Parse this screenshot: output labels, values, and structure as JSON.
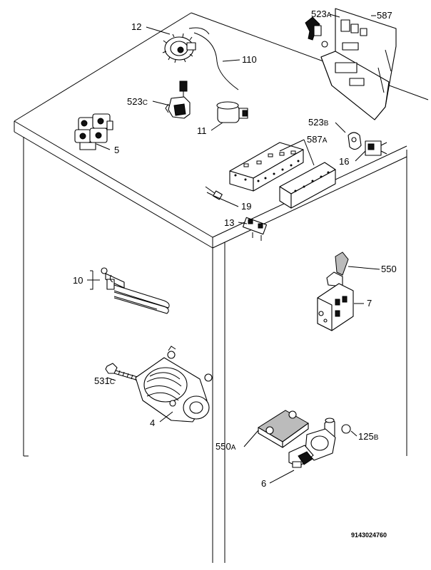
{
  "labels": {
    "p12": "12",
    "p110": "110",
    "p523a_num": "523",
    "p523a_suf": "A",
    "p587": "587",
    "p523c_num": "523",
    "p523c_suf": "C",
    "p11": "11",
    "p523b_num": "523",
    "p523b_suf": "B",
    "p5": "5",
    "p587a_num": "587",
    "p587a_suf": "A",
    "p16": "16",
    "p19": "19",
    "p13": "13",
    "p550": "550",
    "p10": "10",
    "p7": "7",
    "p531c_num": "531",
    "p531c_suf": "C",
    "p4": "4",
    "p550a_num": "550",
    "p550a_suf": "A",
    "p125b_num": "125",
    "p125b_suf": "B",
    "p6": "6"
  },
  "reference_code": "9143024760"
}
